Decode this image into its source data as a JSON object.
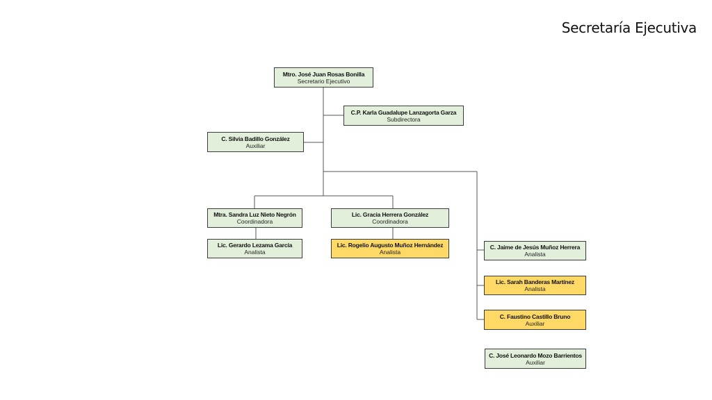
{
  "title": "Secretaría Ejecutiva",
  "colors": {
    "box": "#e2efda",
    "highlight": "#ffd966",
    "line": "#555555"
  },
  "nodes": {
    "secretario": {
      "name": "Mtro. José Juan Rosas Bonilla",
      "role": "Secretario Ejecutivo"
    },
    "subdirectora": {
      "name": "C.P. Karla Guadalupe Lanzagorta Garza",
      "role": "Subdirectora"
    },
    "auxiliar_silvia": {
      "name": "C. Silvia Badillo González",
      "role": "Auxiliar"
    },
    "coord_sandra": {
      "name": "Mtra. Sandra Luz Nieto Negrón",
      "role": "Coordinadora"
    },
    "coord_gracia": {
      "name": "Lic. Gracia Herrera González",
      "role": "Coordinadora"
    },
    "analista_gerardo": {
      "name": "Lic. Gerardo Lezama García",
      "role": "Analista"
    },
    "analista_rogelio": {
      "name": "Lic. Rogelio Augusto Muñoz Hernández",
      "role": "Analista"
    },
    "analista_jaime": {
      "name": "C. Jaime de Jesús Muñoz Herrera",
      "role": "Analista"
    },
    "analista_sarah": {
      "name": "Lic. Sarah Banderas Martínez",
      "role": "Analista"
    },
    "auxiliar_faustino": {
      "name": "C. Faustino Castillo Bruno",
      "role": "Auxiliar"
    },
    "auxiliar_jose": {
      "name": "C. José Leonardo Mozo Barrientos",
      "role": "Auxiliar"
    }
  }
}
